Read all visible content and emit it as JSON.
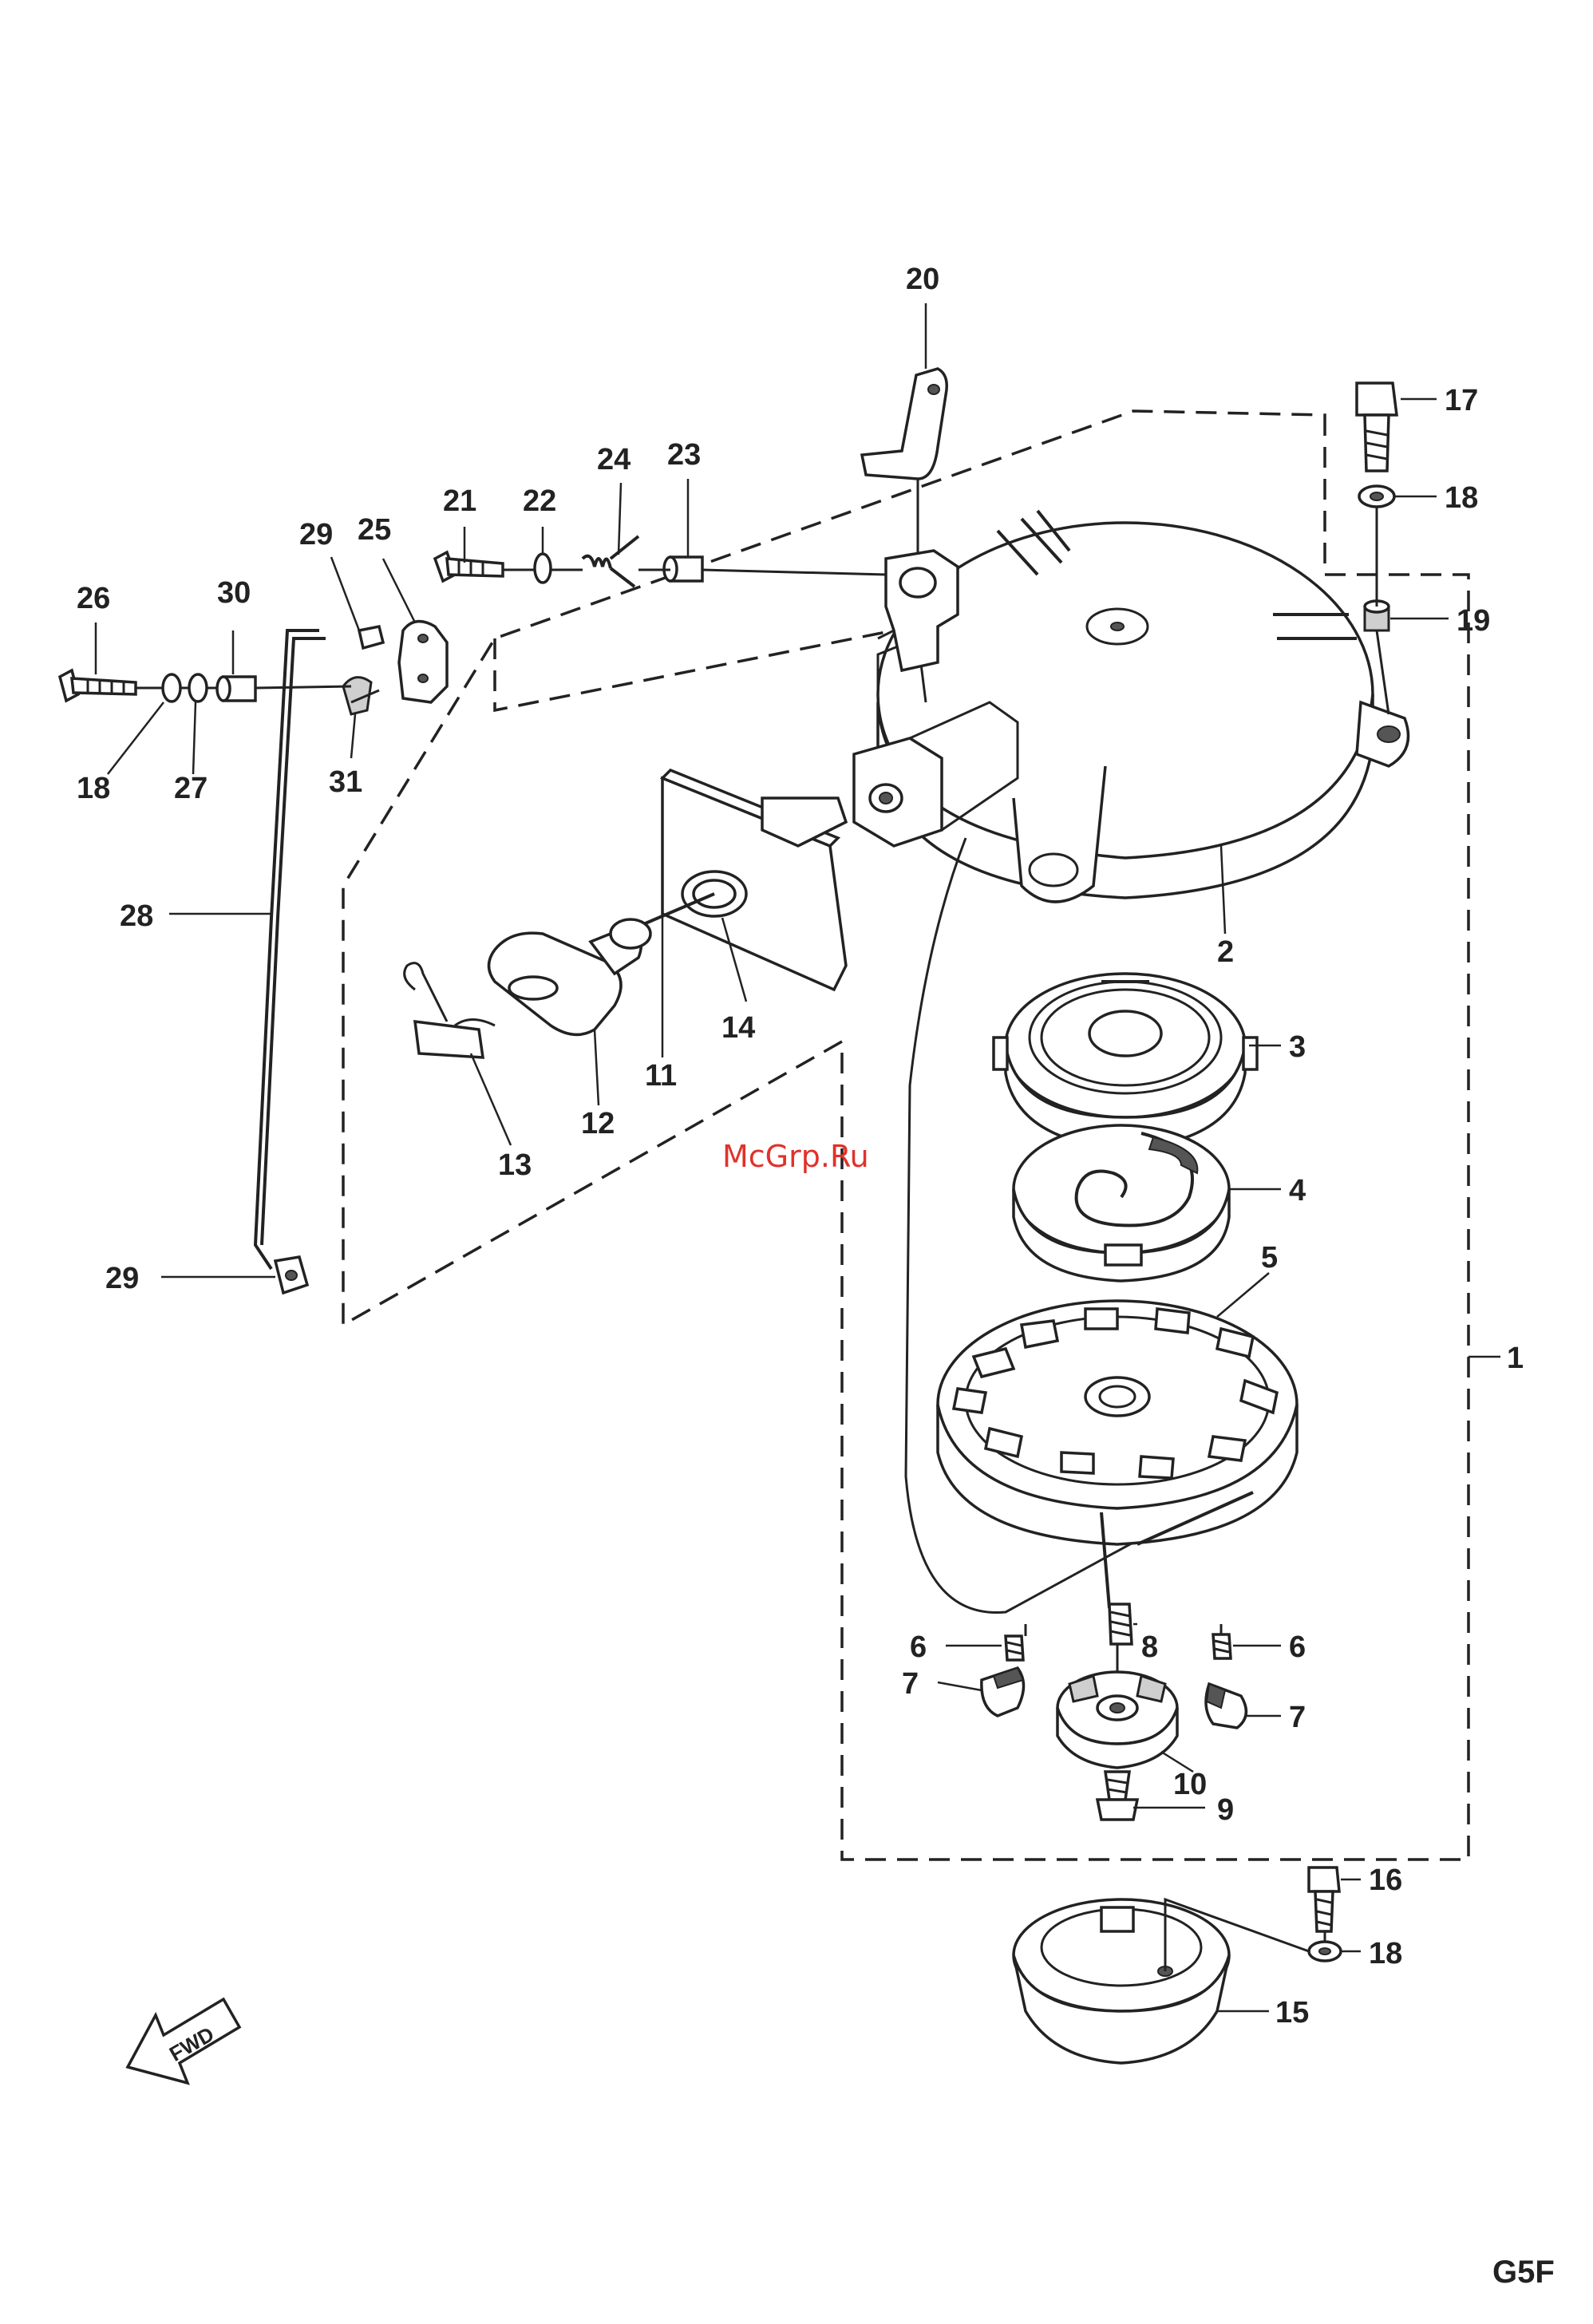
{
  "diagram": {
    "watermark": "McGrp.Ru",
    "page_code": "G5F",
    "fwd_label": "FWD",
    "callouts": {
      "c1": "1",
      "c2": "2",
      "c3": "3",
      "c4": "4",
      "c5": "5",
      "c6a": "6",
      "c6b": "6",
      "c7a": "7",
      "c7b": "7",
      "c8": "8",
      "c9": "9",
      "c10": "10",
      "c11": "11",
      "c12": "12",
      "c13": "13",
      "c14": "14",
      "c15": "15",
      "c16": "16",
      "c17": "17",
      "c18a": "18",
      "c18b": "18",
      "c18c": "18",
      "c19": "19",
      "c20": "20",
      "c21": "21",
      "c22": "22",
      "c23": "23",
      "c24": "24",
      "c25": "25",
      "c26": "26",
      "c27": "27",
      "c28": "28",
      "c29a": "29",
      "c29b": "29",
      "c30": "30",
      "c31": "31"
    }
  }
}
